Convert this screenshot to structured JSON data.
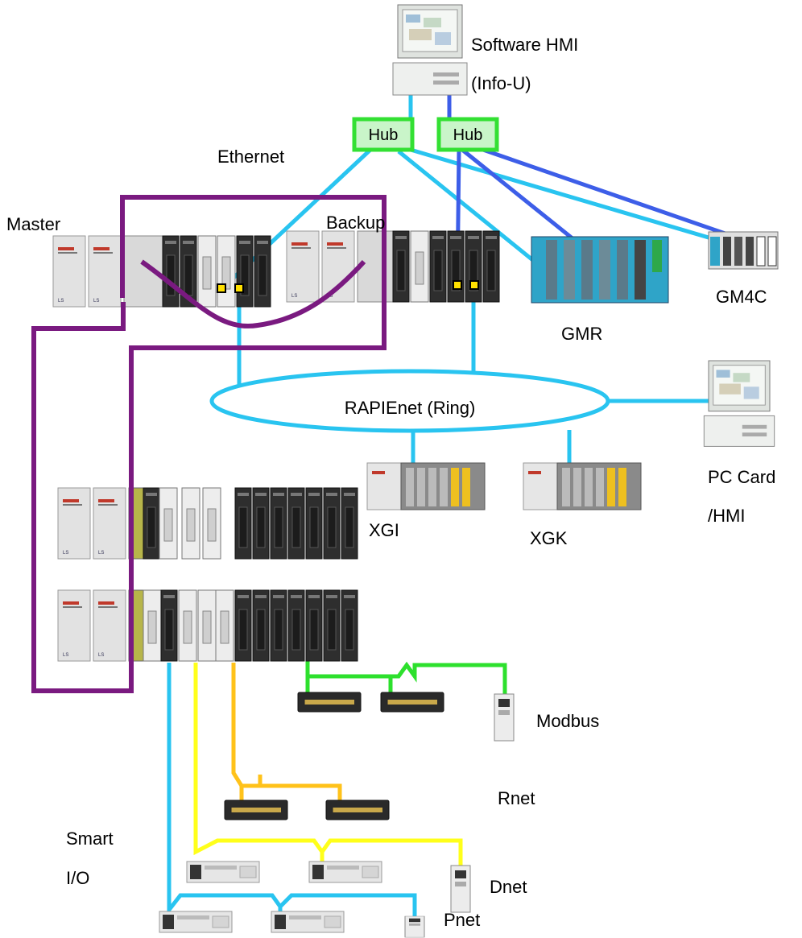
{
  "labels": {
    "software_hmi_line1": "Software HMI",
    "software_hmi_line2": "(Info-U)",
    "hub1": "Hub",
    "hub2": "Hub",
    "ethernet": "Ethernet",
    "master": "Master",
    "backup": "Backup",
    "gmr": "GMR",
    "gm4c": "GM4C",
    "rapienet": "RAPIEnet (Ring)",
    "xgi": "XGI",
    "xgk": "XGK",
    "pc_card_line1": "PC Card",
    "pc_card_line2": "/HMI",
    "modbus": "Modbus",
    "rnet": "Rnet",
    "dnet": "Dnet",
    "pnet": "Pnet",
    "smart_line1": "Smart",
    "smart_line2": "I/O"
  },
  "colors": {
    "ethernet_cable": "#29c4f0",
    "hub_link_blue": "#3d5ee8",
    "duplex_cable": "#7a1a80",
    "modbus_cable": "#2de02d",
    "rnet_cable": "#ffc21a",
    "dnet_cable": "#ffff1a",
    "pnet_cable": "#29c4f0",
    "hub_border": "#33e033",
    "hub_fill": "#c9f5c9"
  },
  "icons": [
    "pc-workstation-icon",
    "plc-rack-icon",
    "io-block-icon",
    "smart-io-module-icon"
  ]
}
